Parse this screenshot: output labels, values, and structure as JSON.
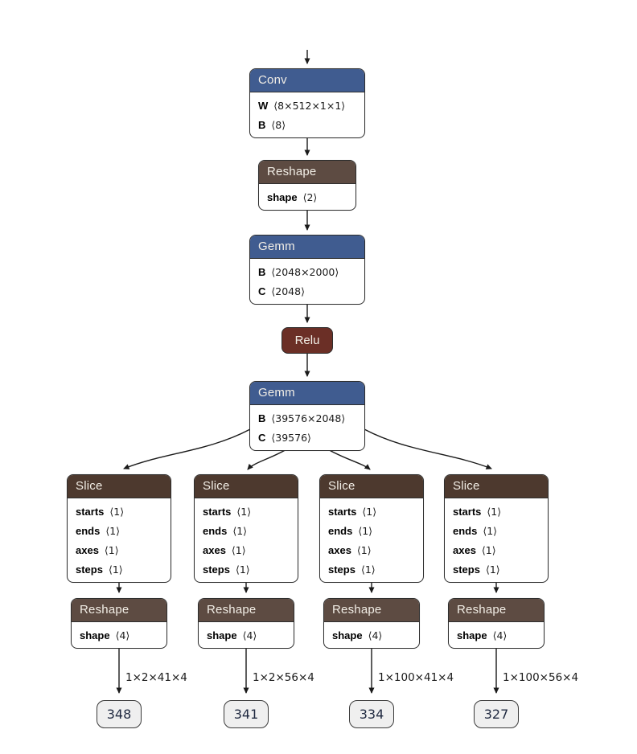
{
  "diagram": {
    "colors": {
      "layer_header": "#405c90",
      "shape_header": "#5d4b42",
      "tensor_header": "#4d392e",
      "activation_fill": "#6b2f26",
      "edge": "#1a1a1a",
      "output_fill": "#efefef",
      "node_border": "#2e2e2e"
    },
    "nodes": {
      "conv": {
        "title": "Conv",
        "attrs": [
          {
            "name": "W",
            "value": "⟨8×512×1×1⟩"
          },
          {
            "name": "B",
            "value": "⟨8⟩"
          }
        ]
      },
      "reshape_top": {
        "title": "Reshape",
        "attrs": [
          {
            "name": "shape",
            "value": "⟨2⟩"
          }
        ]
      },
      "gemm1": {
        "title": "Gemm",
        "attrs": [
          {
            "name": "B",
            "value": "⟨2048×2000⟩"
          },
          {
            "name": "C",
            "value": "⟨2048⟩"
          }
        ]
      },
      "relu": {
        "title": "Relu"
      },
      "gemm2": {
        "title": "Gemm",
        "attrs": [
          {
            "name": "B",
            "value": "⟨39576×2048⟩"
          },
          {
            "name": "C",
            "value": "⟨39576⟩"
          }
        ]
      },
      "slices": [
        {
          "title": "Slice",
          "attrs": [
            {
              "name": "starts",
              "value": "⟨1⟩"
            },
            {
              "name": "ends",
              "value": "⟨1⟩"
            },
            {
              "name": "axes",
              "value": "⟨1⟩"
            },
            {
              "name": "steps",
              "value": "⟨1⟩"
            }
          ]
        },
        {
          "title": "Slice",
          "attrs": [
            {
              "name": "starts",
              "value": "⟨1⟩"
            },
            {
              "name": "ends",
              "value": "⟨1⟩"
            },
            {
              "name": "axes",
              "value": "⟨1⟩"
            },
            {
              "name": "steps",
              "value": "⟨1⟩"
            }
          ]
        },
        {
          "title": "Slice",
          "attrs": [
            {
              "name": "starts",
              "value": "⟨1⟩"
            },
            {
              "name": "ends",
              "value": "⟨1⟩"
            },
            {
              "name": "axes",
              "value": "⟨1⟩"
            },
            {
              "name": "steps",
              "value": "⟨1⟩"
            }
          ]
        },
        {
          "title": "Slice",
          "attrs": [
            {
              "name": "starts",
              "value": "⟨1⟩"
            },
            {
              "name": "ends",
              "value": "⟨1⟩"
            },
            {
              "name": "axes",
              "value": "⟨1⟩"
            },
            {
              "name": "steps",
              "value": "⟨1⟩"
            }
          ]
        }
      ],
      "reshapes": [
        {
          "title": "Reshape",
          "attrs": [
            {
              "name": "shape",
              "value": "⟨4⟩"
            }
          ]
        },
        {
          "title": "Reshape",
          "attrs": [
            {
              "name": "shape",
              "value": "⟨4⟩"
            }
          ]
        },
        {
          "title": "Reshape",
          "attrs": [
            {
              "name": "shape",
              "value": "⟨4⟩"
            }
          ]
        },
        {
          "title": "Reshape",
          "attrs": [
            {
              "name": "shape",
              "value": "⟨4⟩"
            }
          ]
        }
      ]
    },
    "edge_labels": [
      "1×2×41×4",
      "1×2×56×4",
      "1×100×41×4",
      "1×100×56×4"
    ],
    "outputs": [
      "348",
      "341",
      "334",
      "327"
    ]
  }
}
